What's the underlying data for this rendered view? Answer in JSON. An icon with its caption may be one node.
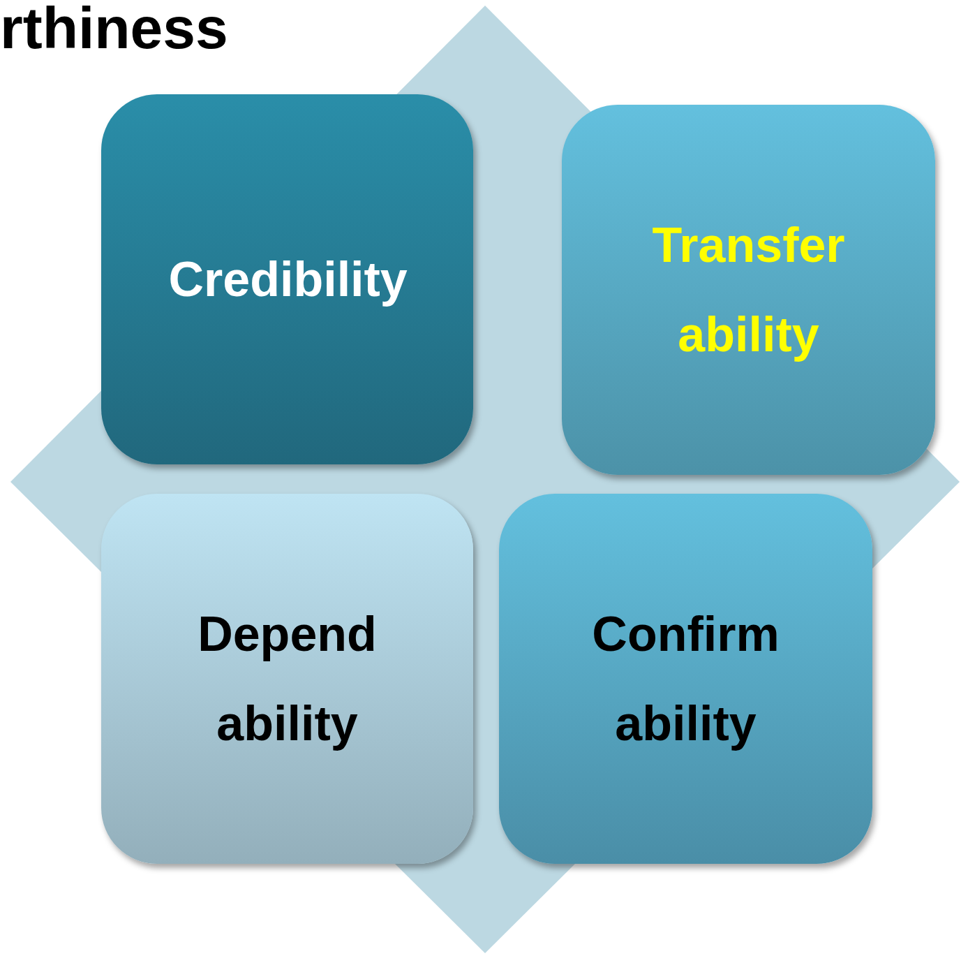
{
  "diagram": {
    "title": "rthiness",
    "nodes": [
      {
        "text": [
          "Credibility"
        ]
      },
      {
        "text": [
          "Transfer ability"
        ]
      },
      {
        "text": [
          "Depend ability"
        ]
      },
      {
        "text": [
          "Confirm ability"
        ]
      }
    ]
  }
}
